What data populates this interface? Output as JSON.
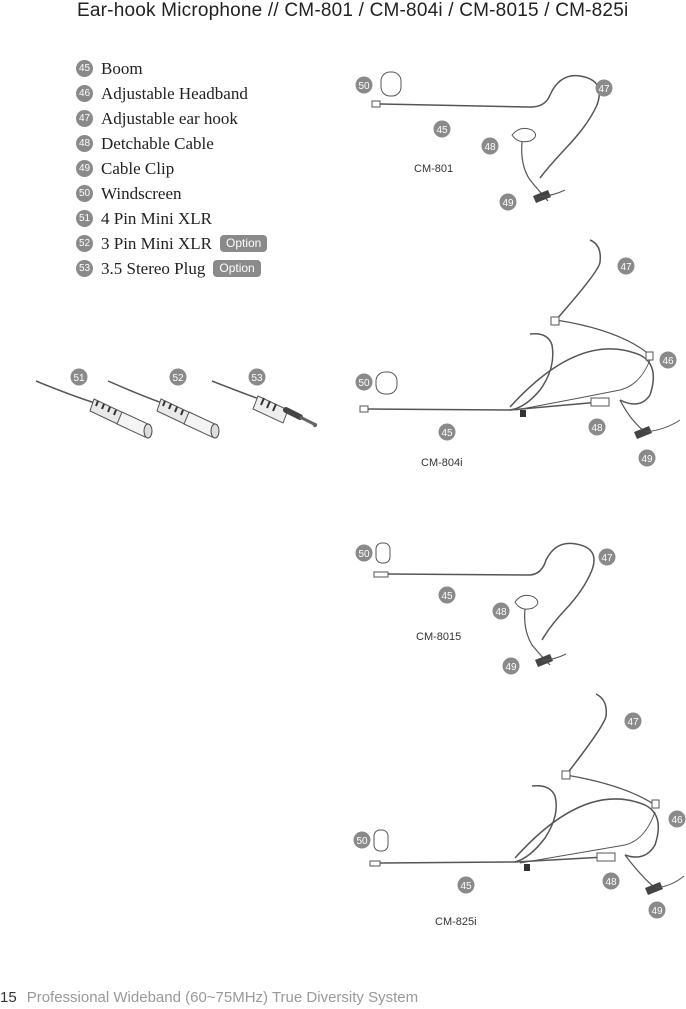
{
  "title": "Ear-hook Microphone // CM-801 / CM-804i / CM-8015 / CM-825i",
  "legend": [
    {
      "num": "45",
      "label": "Boom"
    },
    {
      "num": "46",
      "label": "Adjustable Headband"
    },
    {
      "num": "47",
      "label": "Adjustable ear hook"
    },
    {
      "num": "48",
      "label": "Detchable Cable"
    },
    {
      "num": "49",
      "label": "Cable Clip"
    },
    {
      "num": "50",
      "label": "Windscreen"
    },
    {
      "num": "51",
      "label": "4 Pin Mini XLR"
    },
    {
      "num": "52",
      "label": "3 Pin Mini XLR",
      "tag": "Option"
    },
    {
      "num": "53",
      "label": "3.5 Stereo Plug",
      "tag": "Option"
    }
  ],
  "connectors": {
    "n51": "51",
    "n52": "52",
    "n53": "53"
  },
  "models": {
    "m801": {
      "name": "CM-801",
      "n50": "50",
      "n45": "45",
      "n47": "47",
      "n48": "48",
      "n49": "49"
    },
    "m804i": {
      "name": "CM-804i",
      "n50": "50",
      "n45": "45",
      "n46": "46",
      "n47": "47",
      "n48": "48",
      "n49": "49"
    },
    "m8015": {
      "name": "CM-8015",
      "n50": "50",
      "n45": "45",
      "n47": "47",
      "n48": "48",
      "n49": "49"
    },
    "m825i": {
      "name": "CM-825i",
      "n50": "50",
      "n45": "45",
      "n46": "46",
      "n47": "47",
      "n48": "48",
      "n49": "49"
    }
  },
  "footer": {
    "page_number": "15",
    "text": "Professional Wideband (60~75MHz) True Diversity System"
  },
  "colors": {
    "badge": "#8a8a8a",
    "line": "#555555"
  }
}
